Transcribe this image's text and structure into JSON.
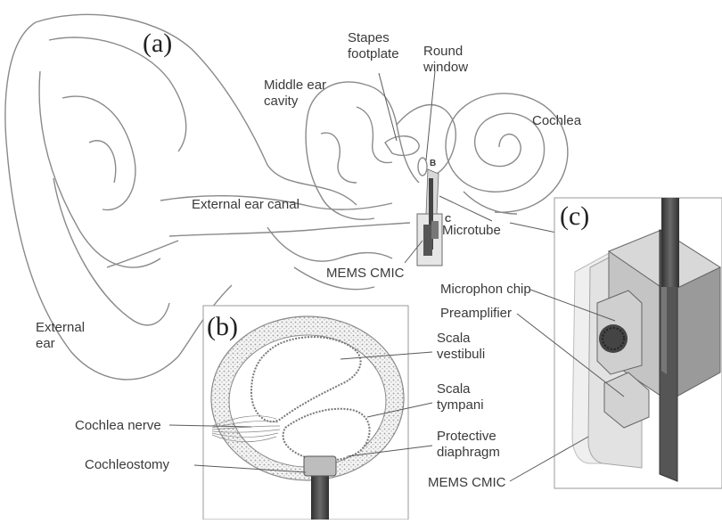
{
  "panels": {
    "a": "(a)",
    "b": "(b)",
    "c": "(c)"
  },
  "labels_a": {
    "stapes_line1": "Stapes",
    "stapes_line2": "footplate",
    "round_line1": "Round",
    "round_line2": "window",
    "middle_line1": "Middle ear",
    "middle_line2": "cavity",
    "cochlea": "Cochlea",
    "canal": "External ear canal",
    "external_line1": "External",
    "external_line2": "ear",
    "microtube": "Microtube",
    "mems": "MEMS CMIC",
    "letter_b": "B",
    "letter_c": "C"
  },
  "labels_b": {
    "vestibuli_line1": "Scala",
    "vestibuli_line2": "vestibuli",
    "tympani_line1": "Scala",
    "tympani_line2": "tympani",
    "diaphragm_line1": "Protective",
    "diaphragm_line2": "diaphragm",
    "nerve": "Cochlea nerve",
    "cochleostomy": "Cochleostomy"
  },
  "labels_c": {
    "chip": "Microphon chip",
    "preamp": "Preamplifier",
    "mems": "MEMS CMIC"
  },
  "colors": {
    "outline": "#8a8a8a",
    "text": "#3a3a3a",
    "dark_tube": "#4a4a4a",
    "device_gray": "#c8c8c8"
  }
}
